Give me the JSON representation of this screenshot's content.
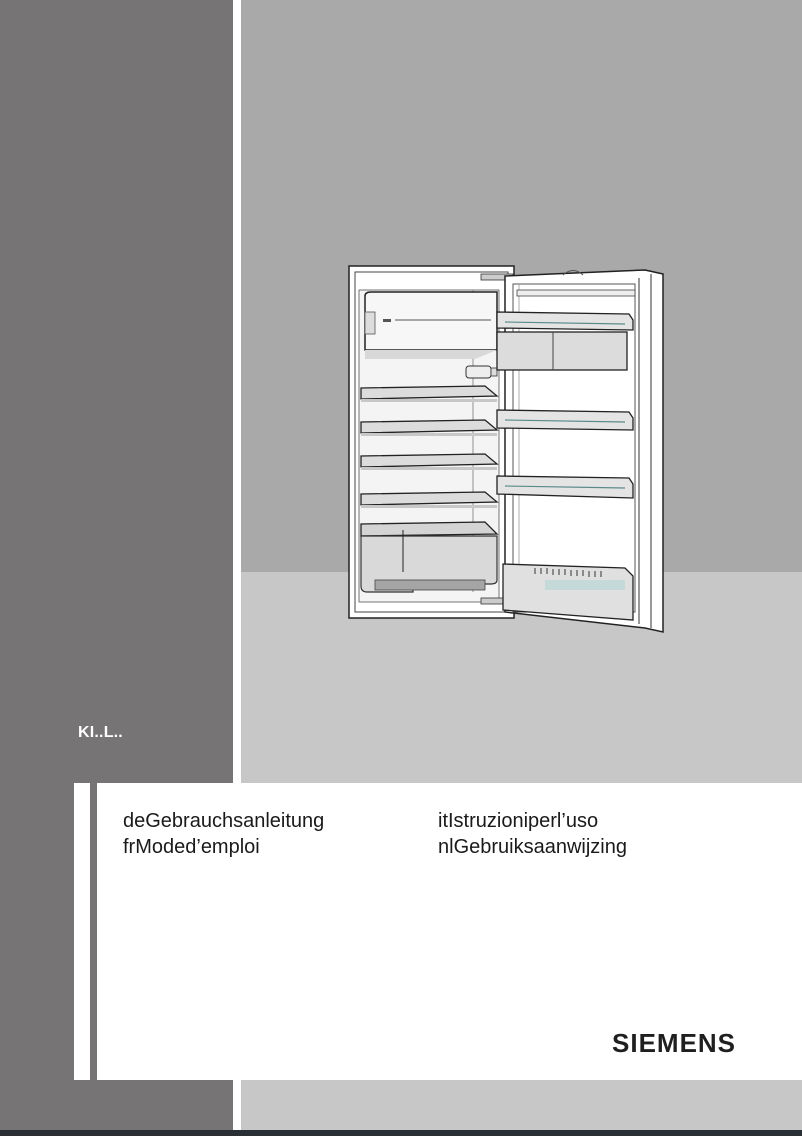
{
  "cover": {
    "model": "KI..L..",
    "languages": [
      {
        "code": "de",
        "title": "Gebrauchsanleitung",
        "label": "deGebrauchsanleitung"
      },
      {
        "code": "fr",
        "title": "Mode d’emploi",
        "label": "frModed’emploi"
      },
      {
        "code": "it",
        "title": "Istruzioni per l’uso",
        "label": "itIstruzioniperl’uso"
      },
      {
        "code": "nl",
        "title": "Gebruiksaanwijzing",
        "label": "nlGebruiksaanwijzing"
      }
    ],
    "brand": "SIEMENS",
    "illustration": "built-in-refrigerator-open-door-icon"
  },
  "colors": {
    "panel": "#767474",
    "wall": "#a9a9a9",
    "floor": "#c7c7c7",
    "text": "#1a1a1a"
  }
}
